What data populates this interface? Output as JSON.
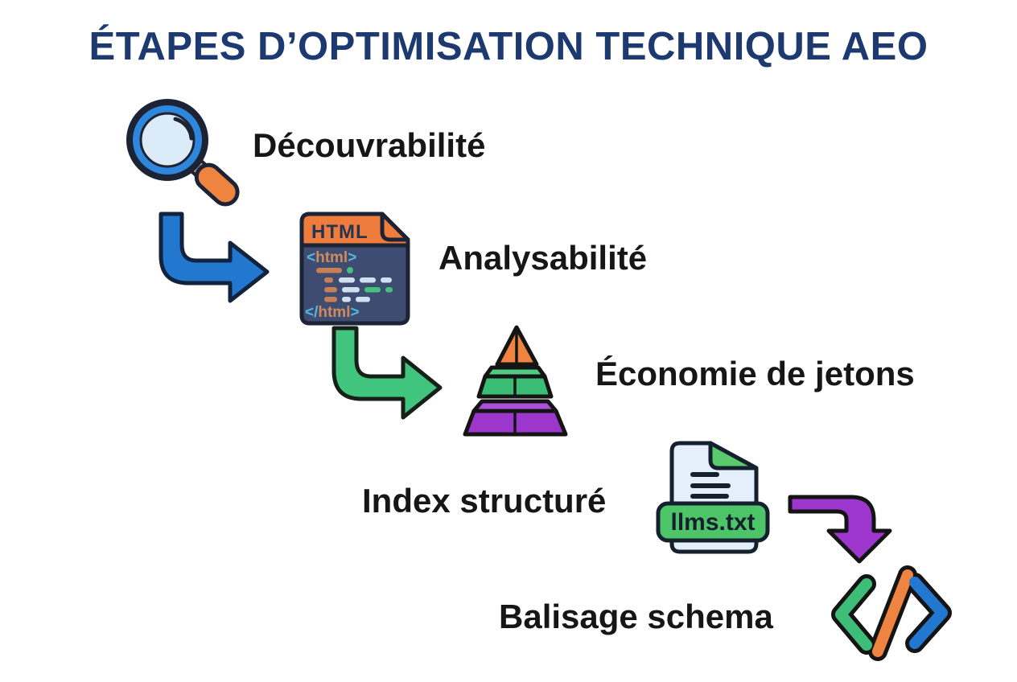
{
  "title": "ÉTAPES D’OPTIMISATION TECHNIQUE AEO",
  "steps": [
    {
      "label": "Découvrabilité",
      "icon": "magnifier-icon"
    },
    {
      "label": "Analysabilité",
      "icon": "html-file-icon"
    },
    {
      "label": "Économie de jetons",
      "icon": "pyramid-icon"
    },
    {
      "label": "Index structuré",
      "icon": "llms-txt-file-icon"
    },
    {
      "label": "Balisage schema",
      "icon": "code-tags-icon"
    }
  ],
  "html_file_icon": {
    "header_label": "HTML",
    "open_tag": {
      "lt": "<",
      "name": "html",
      "gt": ">"
    },
    "close_tag": {
      "lt": "</",
      "name": "html",
      "gt": ">"
    }
  },
  "llms_file_icon": {
    "filename": "llms.txt"
  },
  "arrows": [
    {
      "name": "arrow-1",
      "direction": "down-right",
      "color": "#2278cf"
    },
    {
      "name": "arrow-2",
      "direction": "down-right",
      "color": "#41c47d"
    },
    {
      "name": "arrow-3",
      "direction": "right-down",
      "color": "#9c36cc"
    }
  ],
  "colors": {
    "title_text": "#1d3a70",
    "label_text": "#161616",
    "outline": "#1b2335",
    "magnifier_ring": "#2e86dd",
    "magnifier_lens": "#dcebf8",
    "magnifier_handle": "#ef8440",
    "file_header_orange": "#ee7c3d",
    "file_body_navy": "#3d4c70",
    "pyramid_top_orange": "#ee8440",
    "pyramid_mid_green": "#3abc75",
    "pyramid_bottom_purple": "#9c36cc",
    "llms_doc_blue": "#e3effa",
    "llms_label_green": "#4ec468",
    "code_lt_green": "#3dbd78",
    "code_slash_orange": "#ef8440",
    "code_gt_blue": "#2278cf"
  }
}
